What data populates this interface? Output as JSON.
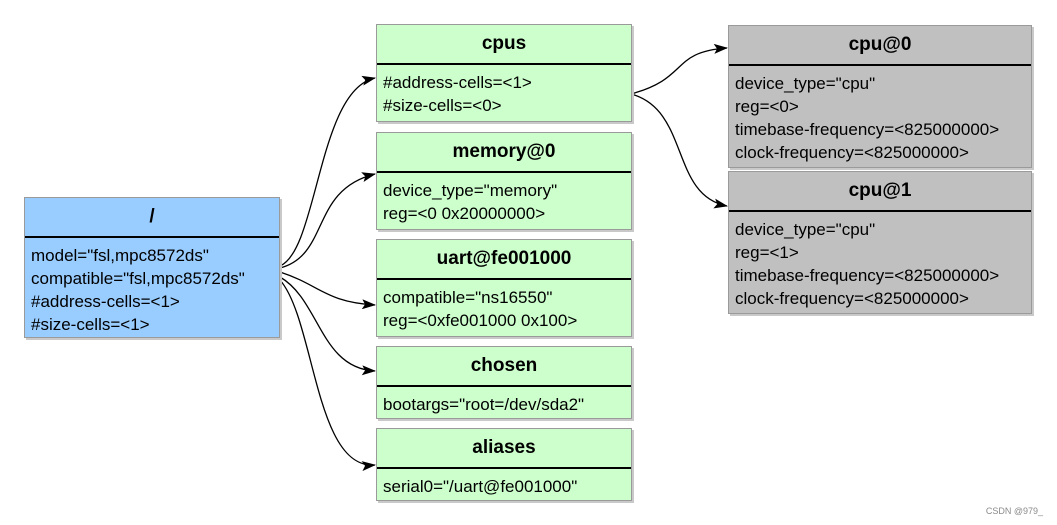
{
  "nodes": {
    "root": {
      "title": "/",
      "props": [
        "model=\"fsl,mpc8572ds\"",
        "compatible=\"fsl,mpc8572ds\"",
        "#address-cells=<1>",
        "#size-cells=<1>"
      ],
      "color": "#99ccff"
    },
    "cpus": {
      "title": "cpus",
      "props": [
        "#address-cells=<1>",
        "#size-cells=<0>"
      ],
      "color": "#ccffcc"
    },
    "memory": {
      "title": "memory@0",
      "props": [
        "device_type=\"memory\"",
        "reg=<0 0x20000000>"
      ],
      "color": "#ccffcc"
    },
    "uart": {
      "title": "uart@fe001000",
      "props": [
        "compatible=\"ns16550\"",
        "reg=<0xfe001000 0x100>"
      ],
      "color": "#ccffcc"
    },
    "chosen": {
      "title": "chosen",
      "props": [
        "bootargs=\"root=/dev/sda2\""
      ],
      "color": "#ccffcc"
    },
    "aliases": {
      "title": "aliases",
      "props": [
        "serial0=\"/uart@fe001000\""
      ],
      "color": "#ccffcc"
    },
    "cpu0": {
      "title": "cpu@0",
      "props": [
        "device_type=\"cpu\"",
        "reg=<0>",
        "timebase-frequency=<825000000>",
        "clock-frequency=<825000000>"
      ],
      "color": "#c0c0c0"
    },
    "cpu1": {
      "title": "cpu@1",
      "props": [
        "device_type=\"cpu\"",
        "reg=<1>",
        "timebase-frequency=<825000000>",
        "clock-frequency=<825000000>"
      ],
      "color": "#c0c0c0"
    }
  },
  "edges": [
    {
      "from": "root",
      "to": "cpus"
    },
    {
      "from": "root",
      "to": "memory"
    },
    {
      "from": "root",
      "to": "uart"
    },
    {
      "from": "root",
      "to": "chosen"
    },
    {
      "from": "root",
      "to": "aliases"
    },
    {
      "from": "cpus",
      "to": "cpu0"
    },
    {
      "from": "cpus",
      "to": "cpu1"
    }
  ],
  "watermark": "CSDN @979_"
}
